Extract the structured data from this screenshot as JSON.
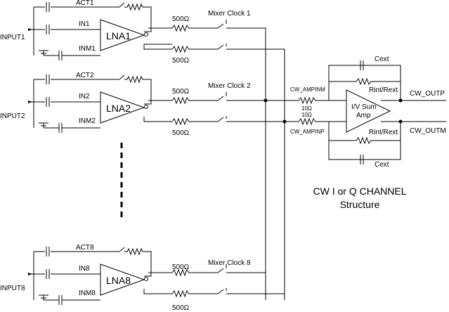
{
  "lna_blocks": [
    {
      "input_label": "INPUT1",
      "act_label": "ACT1",
      "in_label": "IN1",
      "inm_label": "INM1",
      "amp_label": "LNA1",
      "res_top": "500Ω",
      "res_bottom": "500Ω",
      "mixer_label": "Mixer Clock 1"
    },
    {
      "input_label": "INPUT2",
      "act_label": "ACT2",
      "in_label": "IN2",
      "inm_label": "INM2",
      "amp_label": "LNA2",
      "res_top": "500Ω",
      "res_bottom": "500Ω",
      "mixer_label": "Mixer Clock 2"
    },
    {
      "input_label": "INPUT8",
      "act_label": "ACT8",
      "in_label": "IN8",
      "inm_label": "INM8",
      "amp_label": "LNA8",
      "res_top": "500Ω",
      "res_bottom": "500Ω",
      "mixer_label": "Mixer Clock 8"
    }
  ],
  "summing": {
    "ampinm_label": "CW_AMPINM",
    "ampinp_label": "CW_AMPINP",
    "res_top": "10Ω",
    "res_bottom": "10Ω",
    "amp_line1": "I/V Sum",
    "amp_line2": "Amp",
    "cext_top": "Cext",
    "cext_bottom": "Cext",
    "rint_top": "Rint/Rext",
    "rint_bottom": "Rint/Rext",
    "out_p": "CW_OUTP",
    "out_m": "CW_OUTM"
  },
  "caption": {
    "line1": "CW I or Q CHANNEL",
    "line2": "Structure"
  }
}
